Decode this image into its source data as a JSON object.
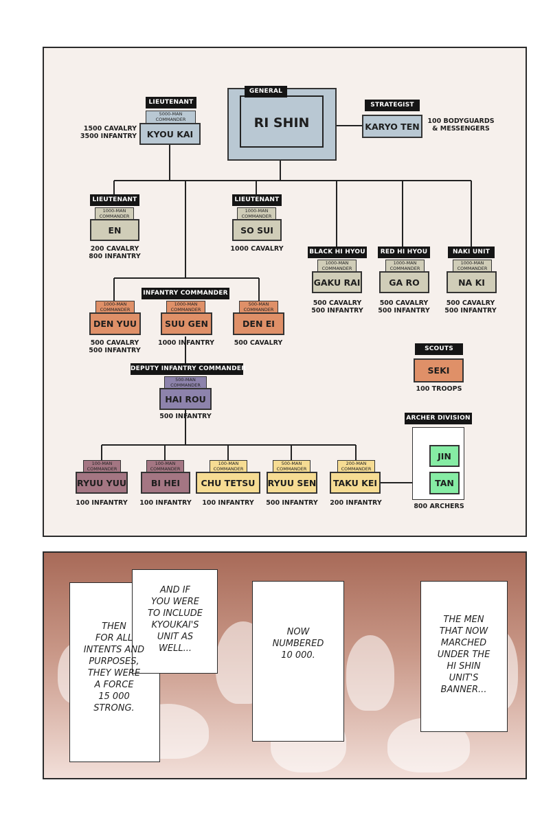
{
  "colors": {
    "gray": "#b9c8d3",
    "khaki": "#d0cdb8",
    "orange": "#df9068",
    "purple": "#8d83ac",
    "mauve": "#a47683",
    "yellow": "#f6dc93",
    "green": "#86eca4",
    "tag": "#151515"
  },
  "general": {
    "tag": "GENERAL",
    "name": "RI SHIN"
  },
  "strategist": {
    "tag": "STRATEGIST",
    "name": "KARYO TEN",
    "note": "100 BODYGUARDS\n& MESSENGERS"
  },
  "units": [
    {
      "id": "kyoukai",
      "tag": "LIEUTENANT",
      "rank": "5000-MAN\nCOMMANDER",
      "name": "KYOU KAI",
      "note": "1500 CAVALRY\n3500 INFANTRY",
      "color": "#b9c8d3"
    },
    {
      "id": "en",
      "tag": "LIEUTENANT",
      "rank": "1000-MAN\nCOMMANDER",
      "name": "EN",
      "note": "200 CAVALRY\n800 INFANTRY",
      "color": "#d0cdb8"
    },
    {
      "id": "sosui",
      "tag": "LIEUTENANT",
      "rank": "1000-MAN\nCOMMANDER",
      "name": "SO SUI",
      "note": "1000 CAVALRY",
      "color": "#d0cdb8"
    },
    {
      "id": "gakurai",
      "tag": "BLACK HI HYOU",
      "rank": "1000-MAN\nCOMMANDER",
      "name": "GAKU RAI",
      "note": "500 CAVALRY\n500 INFANTRY",
      "color": "#d0cdb8"
    },
    {
      "id": "garo",
      "tag": "RED HI HYOU",
      "rank": "1000-MAN\nCOMMANDER",
      "name": "GA RO",
      "note": "500 CAVALRY\n500 INFANTRY",
      "color": "#d0cdb8"
    },
    {
      "id": "naki",
      "tag": "NAKI UNIT",
      "rank": "1000-MAN\nCOMMANDER",
      "name": "NA KI",
      "note": "500 CAVALRY\n500 INFANTRY",
      "color": "#d0cdb8"
    },
    {
      "id": "denyuu",
      "tag": "",
      "rank": "1000-MAN\nCOMMANDER",
      "name": "DEN YUU",
      "note": "500 CAVALRY\n500 INFANTRY",
      "color": "#df9068"
    },
    {
      "id": "suugen",
      "tag": "INFANTRY COMMANDER",
      "rank": "1000-MAN\nCOMMANDER",
      "name": "SUU GEN",
      "note": "1000 INFANTRY",
      "color": "#df9068"
    },
    {
      "id": "denei",
      "tag": "",
      "rank": "500-MAN\nCOMMANDER",
      "name": "DEN EI",
      "note": "500 CAVALRY",
      "color": "#df9068"
    },
    {
      "id": "hairou",
      "tag": "DEPUTY INFANTRY COMMANDER",
      "rank": "500-MAN\nCOMMANDER",
      "name": "HAI ROU",
      "note": "500 INFANTRY",
      "color": "#8d83ac"
    },
    {
      "id": "ryuuyuu",
      "tag": "",
      "rank": "100-MAN\nCOMMANDER",
      "name": "RYUU YUU",
      "note": "100 INFANTRY",
      "color": "#a47683"
    },
    {
      "id": "bihei",
      "tag": "",
      "rank": "100-MAN\nCOMMANDER",
      "name": "BI HEI",
      "note": "100 INFANTRY",
      "color": "#a47683"
    },
    {
      "id": "chutetsu",
      "tag": "",
      "rank": "100-MAN\nCOMMANDER",
      "name": "CHU TETSU",
      "note": "100 INFANTRY",
      "color": "#f6dc93"
    },
    {
      "id": "ryuusen",
      "tag": "",
      "rank": "500-MAN\nCOMMANDER",
      "name": "RYUU SEN",
      "note": "500 INFANTRY",
      "color": "#f6dc93"
    },
    {
      "id": "takukei",
      "tag": "",
      "rank": "200-MAN\nCOMMANDER",
      "name": "TAKU KEI",
      "note": "200 INFANTRY",
      "color": "#f6dc93"
    }
  ],
  "scouts": {
    "tag": "SCOUTS",
    "name": "SEKI",
    "note": "100 TROOPS"
  },
  "archers": {
    "tag": "ARCHER DIVISION",
    "members": [
      "JIN",
      "TAN"
    ],
    "note": "800 ARCHERS"
  },
  "narration": [
    "AND IF\nYOU WERE\nTO INCLUDE\nKYOUKAI'S\nUNIT AS\nWELL...",
    "THEN\nFOR ALL\nINTENTS AND\nPURPOSES,\nTHEY WERE\nA FORCE\n15 000\nSTRONG.",
    "NOW\nNUMBERED\n10 000.",
    "THE MEN\nTHAT NOW\nMARCHED\nUNDER THE\nHI SHIN\nUNIT'S\nBANNER..."
  ]
}
